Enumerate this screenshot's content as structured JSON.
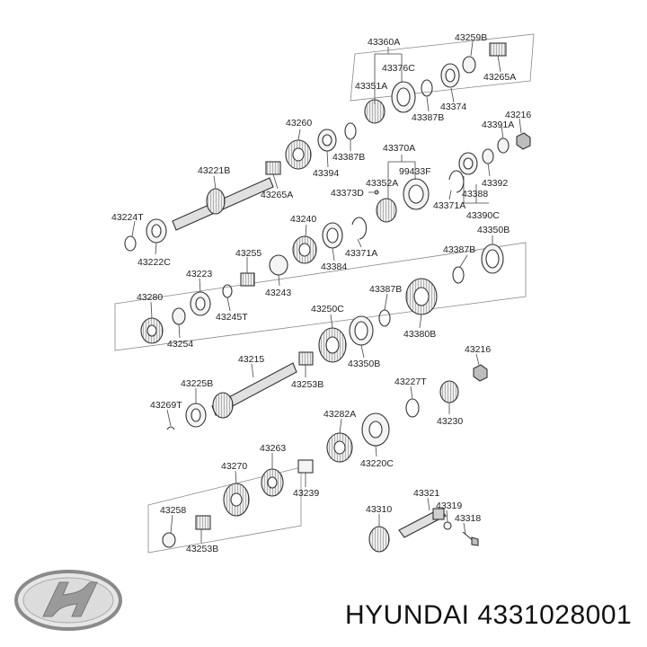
{
  "brand_footer": "HYUNDAI 4331028001",
  "brand_logo_text": "HYUNDAI",
  "labels": {
    "l43360A": "43360A",
    "l43259B": "43259B",
    "l43376C": "43376C",
    "l43351A": "43351A",
    "l43265A_top": "43265A",
    "l43374": "43374",
    "l43387B_1": "43387B",
    "l43260": "43260",
    "l43216_top": "43216",
    "l43391A": "43391A",
    "l43394": "43394",
    "l43387B_2": "43387B",
    "l43370A": "43370A",
    "l43221B": "43221B",
    "l99433F": "99433F",
    "l43352A": "43352A",
    "l43392": "43392",
    "l43373D": "43373D",
    "l43388": "43388",
    "l43265A_mid": "43265A",
    "l43371A_1": "43371A",
    "l43390C": "43390C",
    "l43224T": "43224T",
    "l43240": "43240",
    "l43387B_3": "43387B",
    "l43350B_1": "43350B",
    "l43222C": "43222C",
    "l43255": "43255",
    "l43371A_2": "43371A",
    "l43384": "43384",
    "l43223": "43223",
    "l43243": "43243",
    "l43387B_4": "43387B",
    "l43280": "43280",
    "l43245T": "43245T",
    "l43250C": "43250C",
    "l43254": "43254",
    "l43380B": "43380B",
    "l43216_mid": "43216",
    "l43215": "43215",
    "l43350B_2": "43350B",
    "l43225B": "43225B",
    "l43253B_1": "43253B",
    "l43227T": "43227T",
    "l43269T": "43269T",
    "l43230": "43230",
    "l43282A": "43282A",
    "l43263": "43263",
    "l43220C": "43220C",
    "l43270": "43270",
    "l43239": "43239",
    "l43321": "43321",
    "l43319": "43319",
    "l43258": "43258",
    "l43310": "43310",
    "l43318": "43318",
    "l43253B_2": "43253B"
  }
}
